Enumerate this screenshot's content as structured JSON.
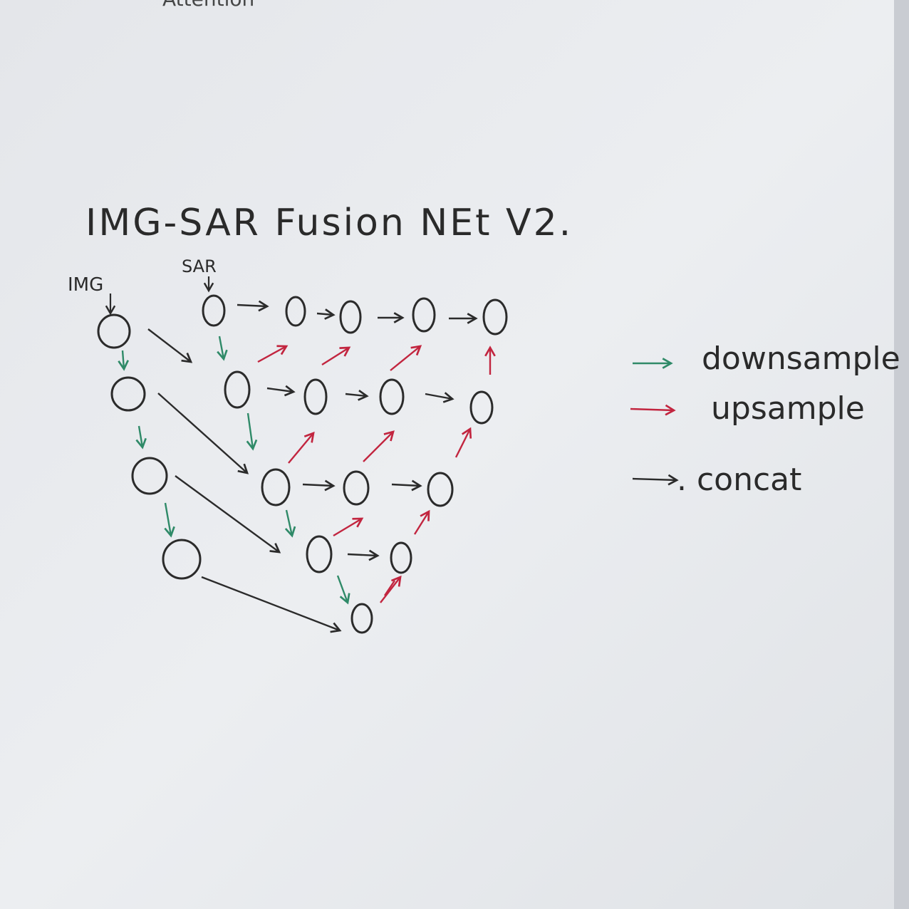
{
  "page_header_fragment": "Attention",
  "title": "IMG-SAR Fusion NEt V2.",
  "inputs": {
    "img_label": "IMG",
    "sar_label": "SAR"
  },
  "legend": [
    {
      "key": "downsample",
      "label": "downsample",
      "color": "#2f8a68"
    },
    {
      "key": "upsample",
      "label": "upsample",
      "color": "#c2253f"
    },
    {
      "key": "concat",
      "label": ". concat",
      "color": "#2b2b2b"
    }
  ],
  "colors": {
    "ink": "#2b2b2b",
    "downsample": "#2f8a68",
    "upsample": "#c2253f",
    "paper": "#e9ebef"
  },
  "structure": {
    "img_branch_levels": 4,
    "sar_branch_levels": 5,
    "fusion_rows": [
      "5 nodes",
      "4 nodes",
      "3 nodes",
      "2 nodes",
      "1 node"
    ]
  }
}
